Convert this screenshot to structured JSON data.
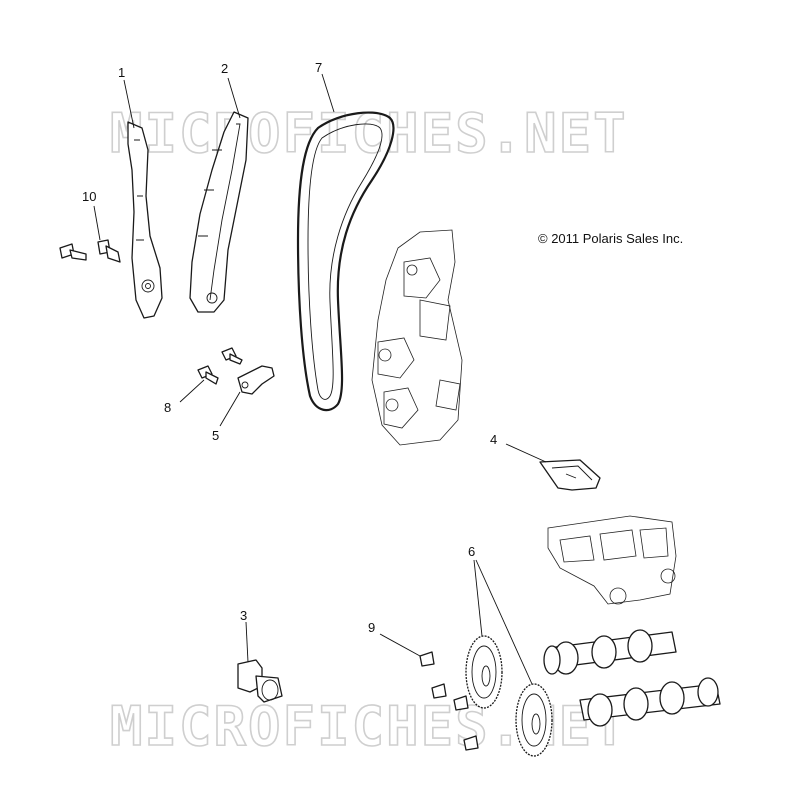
{
  "copyright": "© 2011 Polaris Sales Inc.",
  "watermark_top": "MICROFICHES.NET",
  "watermark_bottom": "MICROFICHES.NET",
  "callouts": {
    "c1": "1",
    "c2": "2",
    "c3": "3",
    "c4": "4",
    "c5": "5",
    "c6": "6",
    "c7": "7",
    "c8": "8",
    "c9": "9",
    "c10": "10"
  }
}
